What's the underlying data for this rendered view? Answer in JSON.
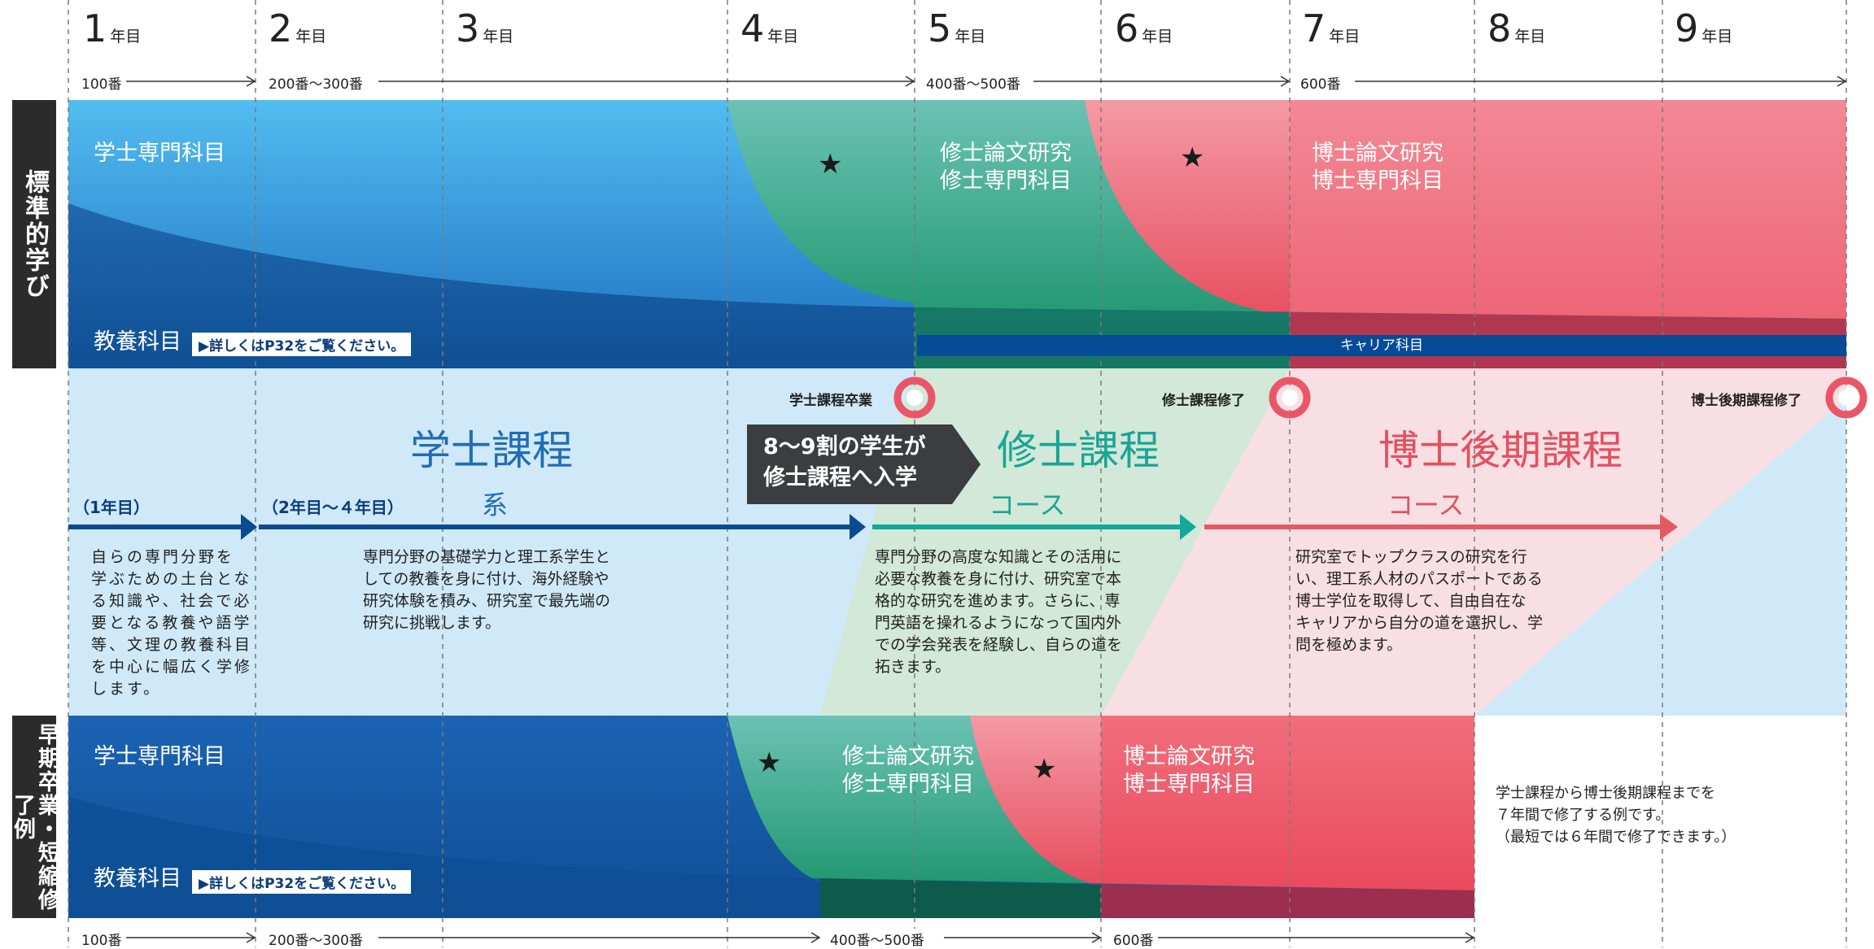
{
  "years": [
    {
      "num": "1",
      "unit": "年目"
    },
    {
      "num": "2",
      "unit": "年目"
    },
    {
      "num": "3",
      "unit": "年目"
    },
    {
      "num": "4",
      "unit": "年目"
    },
    {
      "num": "5",
      "unit": "年目"
    },
    {
      "num": "6",
      "unit": "年目"
    },
    {
      "num": "7",
      "unit": "年目"
    },
    {
      "num": "8",
      "unit": "年目"
    },
    {
      "num": "9",
      "unit": "年目"
    }
  ],
  "top_ranges": [
    "100番",
    "200番～300番",
    "400番～500番",
    "600番"
  ],
  "bottom_ranges": [
    "100番",
    "200番～300番",
    "400番～500番",
    "600番"
  ],
  "standard": {
    "side_label": "標準的学び",
    "bachelor_subjects": "学士専門科目",
    "general_subjects": "教養科目",
    "note": "▶詳しくはP32をご覧ください。",
    "master_subjects": "修士論文研究\n修士専門科目",
    "doctor_subjects": "博士論文研究\n博士専門科目",
    "career": "キャリア科目",
    "star": "★"
  },
  "milestones": {
    "bachelor_grad": "学士課程卒業",
    "master_done": "修士課程修了",
    "doctor_done": "博士後期課程修了"
  },
  "programs": {
    "bachelor": {
      "title": "学士課程",
      "sub": "系",
      "period1": "（1年目）",
      "period2": "（2年目～４年目）"
    },
    "master": {
      "title": "修士課程",
      "sub": "コース"
    },
    "doctor": {
      "title": "博士後期課程",
      "sub": "コース"
    }
  },
  "callout": "8～9割の学生が\n修士課程へ入学",
  "descriptions": {
    "year1": "自らの専門分野を\n学ぶための土台とな\nる知識や、社会で必\n要となる教養や語学\n等、文理の教養科目\nを中心に幅広く学修\nします。",
    "year2_4": "専門分野の基礎学力と理工系学生と\nしての教養を身に付け、海外経験や\n研究体験を積み、研究室で最先端の\n研究に挑戦します。",
    "master": "専門分野の高度な知識とその活用に\n必要な教養を身に付け、研究室で本\n格的な研究を進めます。さらに、専\n門英語を操れるようになって国内外\nでの学会発表を経験し、自らの道を\n拓きます。",
    "doctor": "研究室でトップクラスの研究を行\nい、理工系人材のパスポートである\n博士学位を取得して、自由自在な\nキャリアから自分の道を選択し、学\n問を極めます。"
  },
  "early": {
    "side_label": "早期卒業・短縮修了例",
    "bachelor_subjects": "学士専門科目",
    "general_subjects": "教養科目",
    "note": "▶詳しくはP32をご覧ください。",
    "master_subjects": "修士論文研究\n修士専門科目",
    "doctor_subjects": "博士論文研究\n博士専門科目",
    "star": "★",
    "footnote": "学士課程から博士後期課程までを\n７年間で修了する例です。\n（最短では６年間で修了できます。）"
  },
  "colors": {
    "bachelor_blue": "#2c8fe0",
    "master_green": "#3aa58a",
    "doctor_red": "#ea5668",
    "title_blue": "#1f6db5",
    "title_teal": "#19a596",
    "title_red": "#e2505f",
    "arrow_blue": "#0b4a8f",
    "arrow_teal": "#12a89a",
    "arrow_red": "#e45a62"
  }
}
